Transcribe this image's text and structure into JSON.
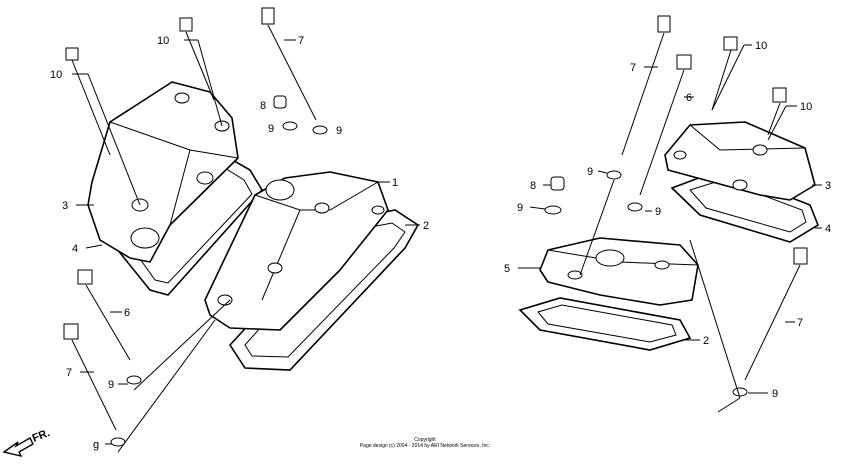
{
  "callouts": {
    "c1": "10",
    "c2": "10",
    "c3": "7",
    "c4": "8",
    "c5": "9",
    "c6": "9",
    "c7": "1",
    "c8": "3",
    "c9": "4",
    "c10": "2",
    "c11": "6",
    "c12": "9",
    "c13": "7",
    "c14": "g",
    "c15": "7",
    "c16": "10",
    "c17": "6",
    "c18": "10",
    "c19": "8",
    "c20": "9",
    "c21": "9",
    "c22": "9",
    "c23": "3",
    "c24": "4",
    "c25": "5",
    "c26": "2",
    "c27": "7",
    "c28": "9"
  },
  "direction_label": "FR.",
  "copyright": {
    "line1": "Copyright",
    "line2": "Page design (c) 2004 - 2014 by ARI Network Services, Inc."
  }
}
